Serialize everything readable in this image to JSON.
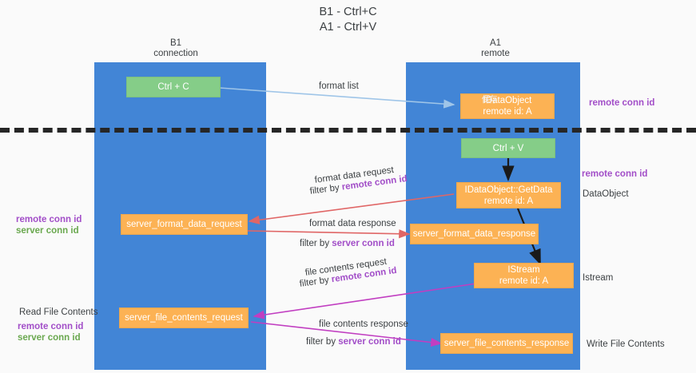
{
  "title": {
    "line1": "B1 - Ctrl+C",
    "line2": "A1 - Ctrl+V"
  },
  "columns": [
    {
      "name": "B1",
      "role": "connection"
    },
    {
      "name": "A1",
      "role": "remote"
    }
  ],
  "nodes": {
    "ctrl_c": {
      "line1": "Ctrl + C",
      "line2": ""
    },
    "idataobject": {
      "line1": "IDataObject",
      "line2": "remote id: A",
      "overlay": "保存"
    },
    "ctrl_v": {
      "line1": "Ctrl + V",
      "line2": ""
    },
    "getdata": {
      "line1": "IDataObject::GetData",
      "line2": "remote id: A"
    },
    "server_format_data_request": {
      "line1": "server_format_data_request",
      "line2": ""
    },
    "server_format_data_response": {
      "line1": "server_format_data_response",
      "line2": ""
    },
    "istream": {
      "line1": "IStream",
      "line2": "remote id: A"
    },
    "server_file_contents_request": {
      "line1": "server_file_contents_request",
      "line2": ""
    },
    "server_file_contents_response": {
      "line1": "server_file_contents_response",
      "line2": ""
    }
  },
  "edge_labels": {
    "format_list": "format list",
    "format_data_request": "format data request",
    "format_data_request_filter_prefix": "filter by ",
    "format_data_request_filter_key": "remote conn id",
    "format_data_response": "format data response",
    "format_data_response_filter_prefix": "filter by ",
    "format_data_response_filter_key": "server conn id",
    "file_contents_request": "file contents request",
    "file_contents_request_filter_prefix": "filter by ",
    "file_contents_request_filter_key": "remote conn id",
    "file_contents_response": "file contents response",
    "file_contents_response_filter_prefix": "filter by ",
    "file_contents_response_filter_key": "server conn id"
  },
  "annotations": {
    "right_remote_conn_id_top": "remote conn id",
    "right_remote_conn_id_mid": "remote conn id",
    "right_dataobject": "DataObject",
    "right_istream": "Istream",
    "right_write_file_contents": "Write File Contents",
    "left_remote_conn_id_mid": "remote conn id",
    "left_server_conn_id_mid": "server conn id",
    "left_read_file_contents": "Read File Contents",
    "left_remote_conn_id_bottom": "remote conn id",
    "left_server_conn_id_bottom": "server conn id"
  },
  "colors": {
    "lane": "#4285d6",
    "green_node": "#85cd88",
    "orange_node": "#fcb254",
    "purple_text": "#a24ec8",
    "green_text": "#6aa84f",
    "red_arrow": "#e06666",
    "magenta_arrow": "#c13ec1",
    "blue_arrow": "#9fc5e8",
    "black_arrow": "#1a1a1a",
    "divider": "#262626"
  }
}
